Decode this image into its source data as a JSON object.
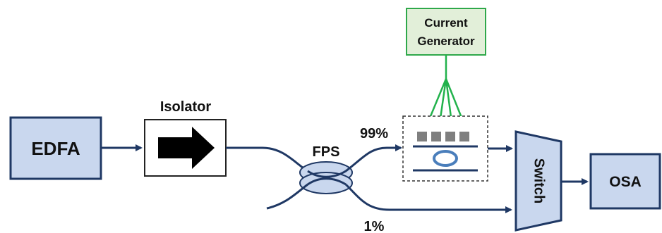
{
  "blocks": {
    "edfa": "EDFA",
    "isolator": "Isolator",
    "fps": "FPS",
    "current_generator_line1": "Current",
    "current_generator_line2": "Generator",
    "switch": "Switch",
    "osa": "OSA"
  },
  "ports": {
    "upper": "99%",
    "lower": "1%"
  },
  "colors": {
    "block_fill": "#c9d7ee",
    "block_stroke": "#1f3864",
    "fiber": "#1f3864",
    "generator_fill": "#e2efd9",
    "generator_stroke": "#2ea84a",
    "generator_arrows": "#22b24c",
    "electrode": "#7f7f7f",
    "ring": "#4a7ebb"
  }
}
